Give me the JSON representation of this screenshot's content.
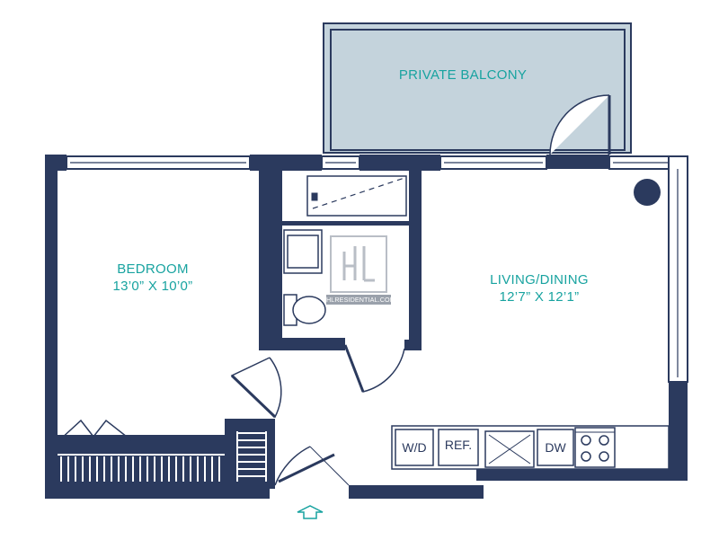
{
  "rooms": {
    "balcony": {
      "name": "PRIVATE BALCONY"
    },
    "bedroom": {
      "name": "BEDROOM",
      "dimensions": "13’0” X 10’0”"
    },
    "living": {
      "name": "LIVING/DINING",
      "dimensions": "12’7” X 12’1”"
    }
  },
  "appliances": {
    "washer_dryer": "W/D",
    "refrigerator": "REF.",
    "dishwasher": "DW"
  },
  "watermark": {
    "monogram": "HL",
    "url": "HLRESIDENTIAL.COM"
  },
  "entry_arrow_icon": "up-arrow-outline-icon",
  "colors": {
    "wall": "#2b3a5e",
    "balcony_fill": "#c4d3dc",
    "label": "#18a3a0",
    "window": "#2b3a5e"
  }
}
